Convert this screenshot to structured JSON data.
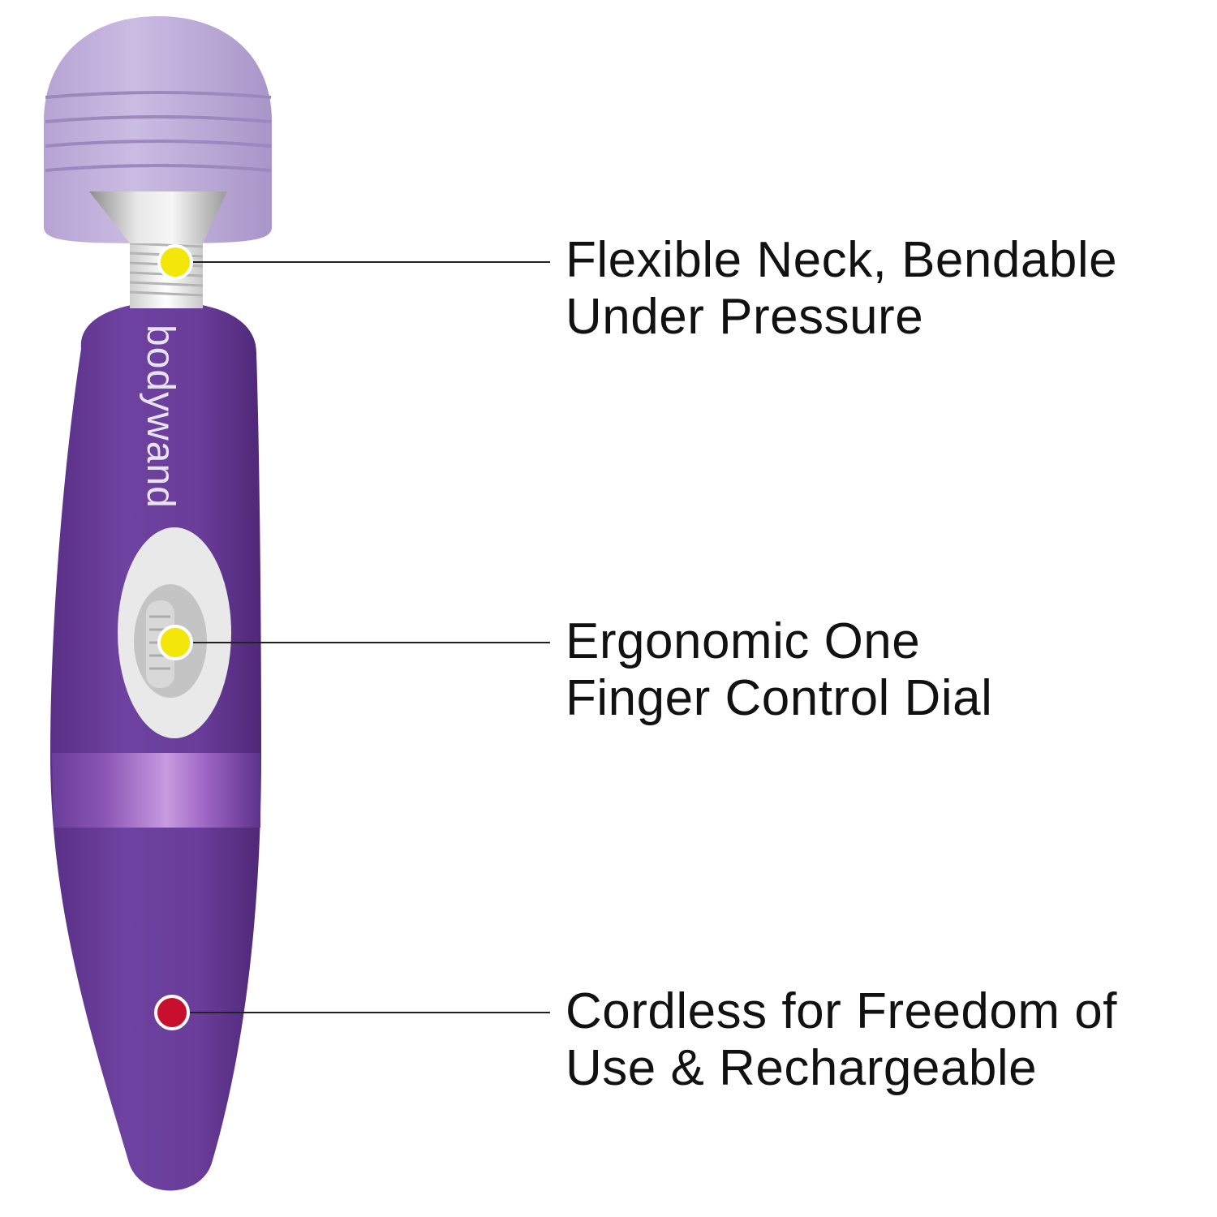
{
  "product": {
    "brand_logo_text": "bodywand",
    "body_color": "#6a3d9a",
    "head_color": "#c3b2dc",
    "band_color": "#8a55b5"
  },
  "callouts": [
    {
      "line1": "Flexible Neck, Bendable",
      "line2": "Under Pressure",
      "marker_color": "#f2e60a"
    },
    {
      "line1": "Ergonomic One",
      "line2": "Finger Control Dial",
      "marker_color": "#f2e60a"
    },
    {
      "line1": "Cordless for Freedom of",
      "line2": "Use & Rechargeable",
      "marker_color": "#c8102e"
    }
  ]
}
